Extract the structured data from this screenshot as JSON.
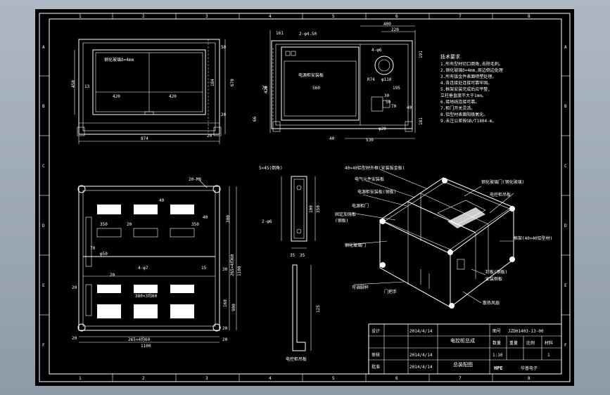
{
  "sheet": {
    "grid_cols": [
      "1",
      "2",
      "3",
      "4",
      "5",
      "6",
      "7",
      "8"
    ],
    "grid_rows": [
      "A",
      "B",
      "C",
      "D",
      "E",
      "F"
    ]
  },
  "front_view": {
    "dims": [
      "874",
      "420",
      "420",
      "450",
      "670",
      "20",
      "13",
      "50",
      "20",
      "184"
    ],
    "label": "钢化玻璃δ=4mm"
  },
  "side_view": {
    "dims": [
      "161",
      "2-φ4.50",
      "400",
      "220",
      "4-φ6",
      "R74",
      "φ110",
      "560",
      "195",
      "420",
      "70",
      "66",
      "30",
      "40",
      "φ20",
      "530",
      "191",
      "181",
      "50",
      "70",
      "40"
    ],
    "label": "电源柜安装板"
  },
  "top_view": {
    "dims": [
      "20-M8",
      "40",
      "350",
      "20",
      "350",
      "40",
      "70",
      "φ50",
      "4-φ7",
      "20",
      "20",
      "265×4均60",
      "1100",
      "300",
      "265×4均60",
      "1100",
      "20",
      "20",
      "30",
      "160",
      "20",
      "15",
      "380×3均60",
      "900"
    ]
  },
  "bracket_view": {
    "dims": [
      "5×45(倒角)",
      "2-φ6",
      "100",
      "350",
      "35",
      "125",
      "35"
    ],
    "label": "电控柜吊板"
  },
  "tech_req": {
    "title": "技术要求",
    "lines": [
      "1.所有型材切口倒角,去除毛刺。",
      "2.钢化玻璃δ=4mm,周边倒边处理",
      "3.所有钣金件表面喷塑处理。",
      "4.各连接处连接可靠牢固。",
      "5.框架安装完成后应平整,",
      "  立柱垂直度不大于1mm。",
      "6.接地线连接可靠。",
      "7.柜门开关灵活。",
      "8.铝型材表面阳极氧化。",
      "9.未注公差按GB/T1804-m。"
    ]
  },
  "iso_callouts": [
    "40×40铝型材外框(安装钣金板)",
    "电气元件安装板",
    "电源柜安装板(钢板)",
    "电源柜门",
    "固定加强板",
    "(钢板)",
    "钢化玻璃门",
    "钢化玻璃门(钢化玻璃)",
    "电控柜吊板",
    "可调脚杯",
    "框架(40×40铝型材)",
    "封板(钢板)",
    "安装侧板",
    "散热风扇",
    "门把手"
  ],
  "title_block": {
    "drawing_no": "JZDH1403-13-00",
    "date1": "2014/4/14",
    "date2": "2014/4/14",
    "date3": "2014/4/14",
    "scale": "1:10",
    "sheet_count": "1",
    "designer": "设计",
    "checker": "审核",
    "approver": "批准",
    "name": "电控柜总成",
    "part": "总装配图",
    "logo": "HPE",
    "company": "华普电子",
    "h_quantity": "数量",
    "h_weight": "重量",
    "h_scale": "比例",
    "h_material": "材料",
    "h_sheet": "图号"
  }
}
